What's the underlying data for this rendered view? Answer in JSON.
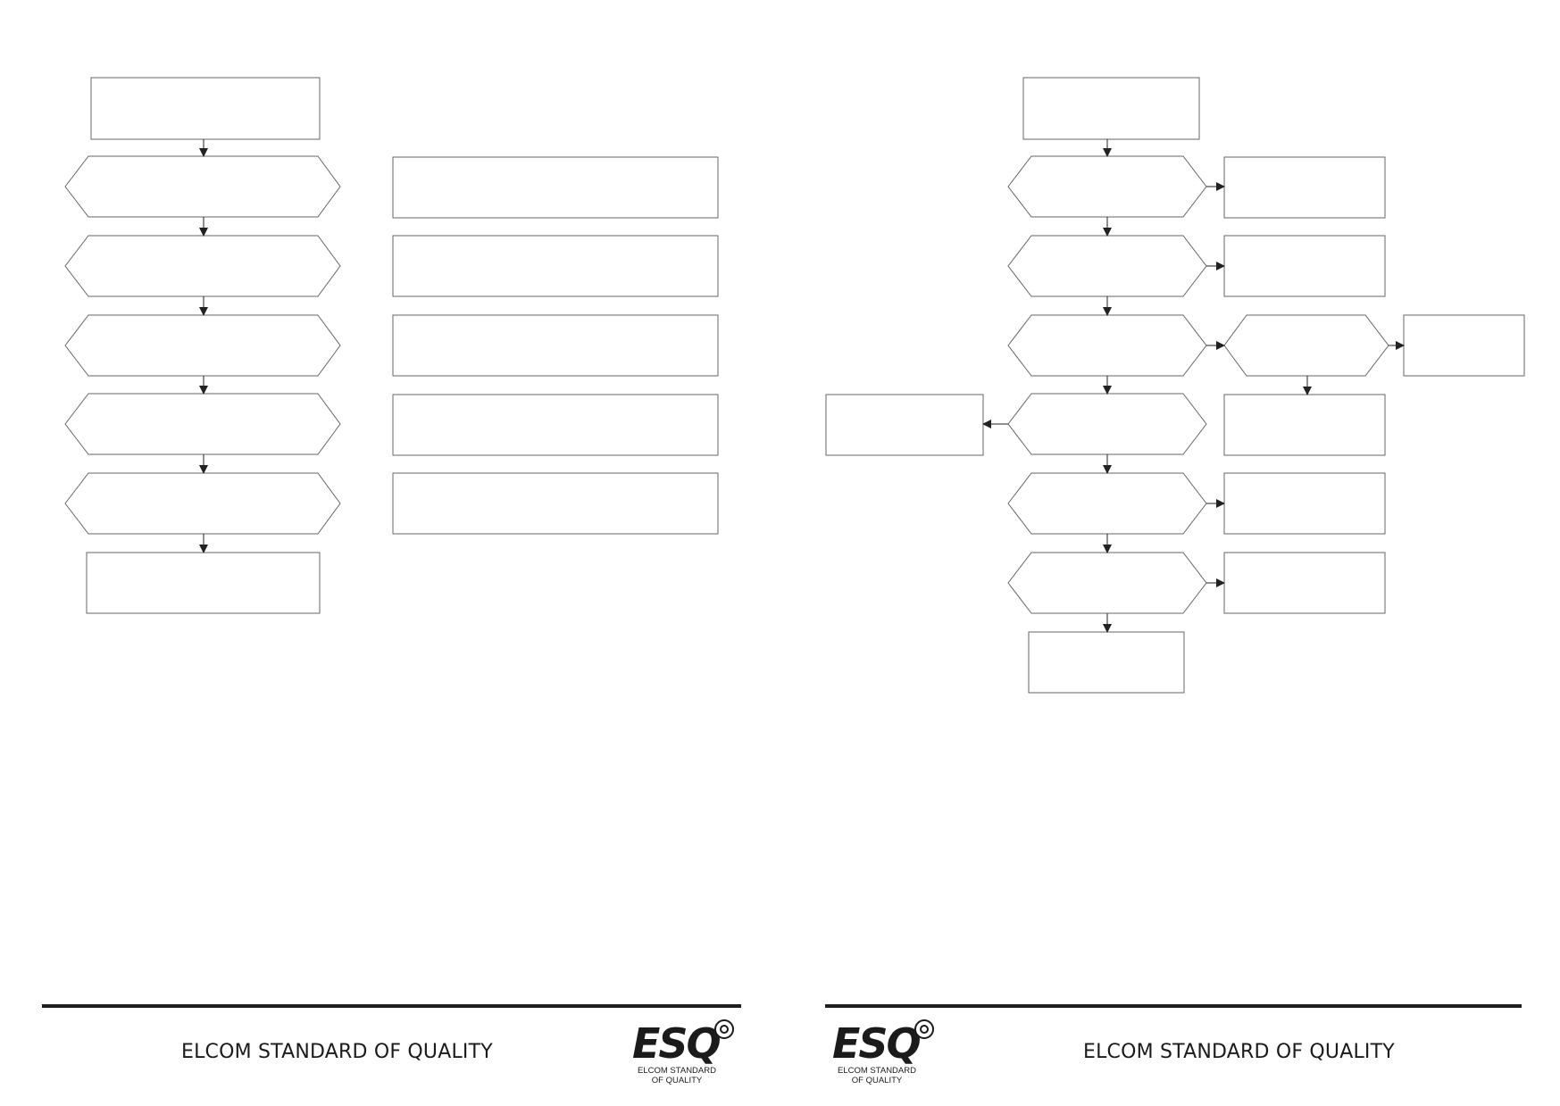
{
  "footer": {
    "left_page": {
      "tagline": "ELCOM STANDARD OF QUALITY",
      "logo": {
        "mark": "ESQ",
        "subtitle": "ELCOM STANDARD\nOF QUALITY"
      }
    },
    "right_page": {
      "tagline": "ELCOM STANDARD OF QUALITY",
      "logo": {
        "mark": "ESQ",
        "subtitle": "ELCOM STANDARD\nOF QUALITY"
      }
    }
  }
}
